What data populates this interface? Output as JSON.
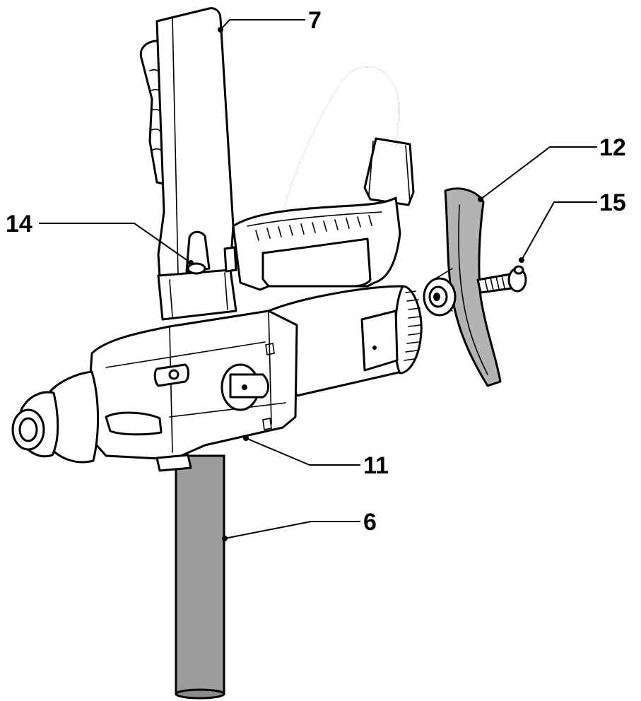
{
  "callouts": [
    {
      "id": "7",
      "label": "7"
    },
    {
      "id": "12",
      "label": "12"
    },
    {
      "id": "14",
      "label": "14"
    },
    {
      "id": "15",
      "label": "15"
    },
    {
      "id": "11",
      "label": "11"
    },
    {
      "id": "6",
      "label": "6"
    }
  ],
  "colors": {
    "line": "#000000",
    "background": "#ffffff",
    "column": "#9c9c9c",
    "gauge": "#b3b3b3"
  }
}
